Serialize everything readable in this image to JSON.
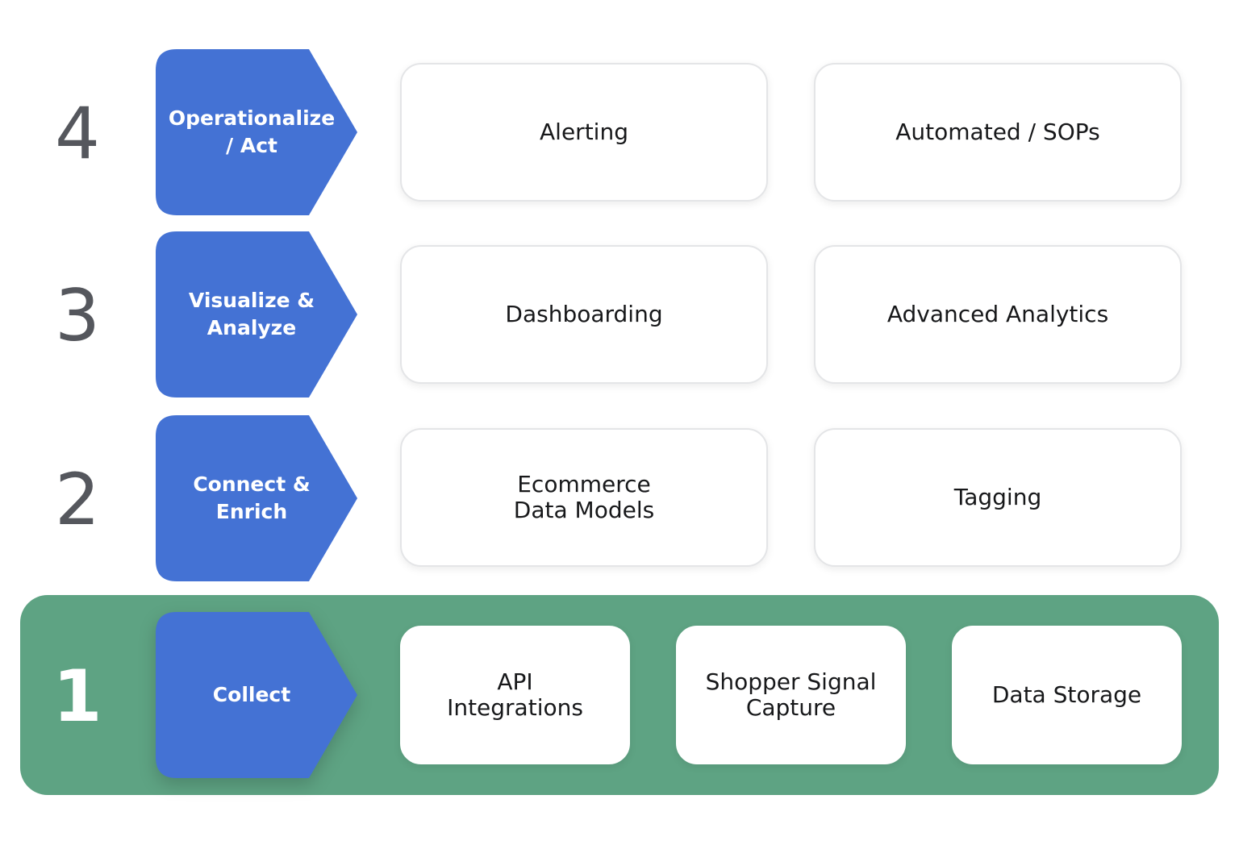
{
  "levels": [
    {
      "number": "4",
      "stage": "Operationalize\n/ Act",
      "cards": [
        "Alerting",
        "Automated / SOPs"
      ]
    },
    {
      "number": "3",
      "stage": "Visualize &\nAnalyze",
      "cards": [
        "Dashboarding",
        "Advanced Analytics"
      ]
    },
    {
      "number": "2",
      "stage": "Connect &\nEnrich",
      "cards": [
        "Ecommerce\nData Models",
        "Tagging"
      ]
    },
    {
      "number": "1",
      "stage": "Collect",
      "cards": [
        "API\nIntegrations",
        "Shopper Signal\nCapture",
        "Data Storage"
      ]
    }
  ],
  "colors": {
    "stage_fill": "#4472d4",
    "highlight_band": "#5ea383",
    "number_text": "#55575d",
    "card_border": "#e4e5e7"
  }
}
